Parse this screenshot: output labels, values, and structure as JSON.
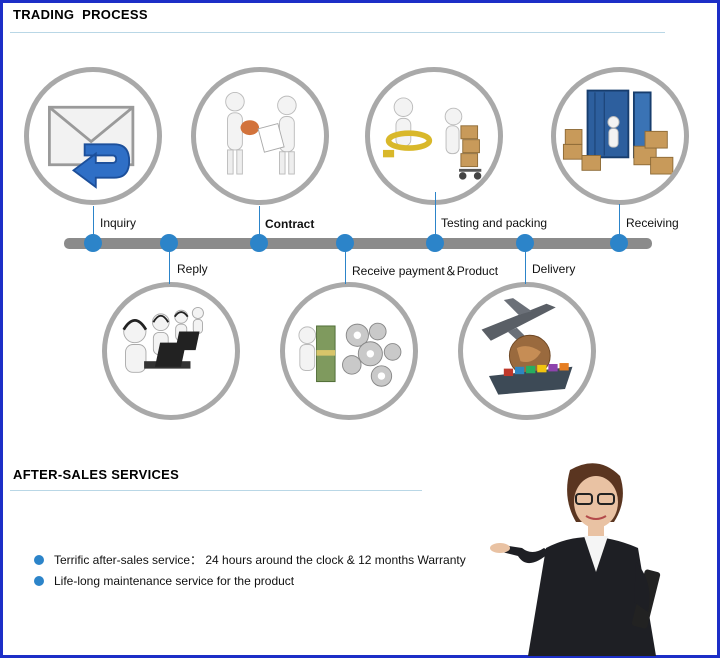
{
  "trading": {
    "title": "TRADING  PROCESS",
    "top_steps": [
      {
        "label": "Inquiry",
        "icon": "envelope-arrow-icon"
      },
      {
        "label": "Contract",
        "icon": "handshake-contract-icon"
      },
      {
        "label": "Testing and packing",
        "icon": "magnifier-boxes-icon"
      },
      {
        "label": "Receiving",
        "icon": "container-boxes-icon"
      }
    ],
    "bottom_steps": [
      {
        "label": "Reply",
        "icon": "headset-operators-icon"
      },
      {
        "label": "Receive payment＆Product",
        "icon": "money-gears-icon"
      },
      {
        "label": "Delivery",
        "icon": "plane-ship-globe-icon"
      }
    ]
  },
  "after_sales": {
    "title": "AFTER-SALES SERVICES",
    "items": [
      "Terrific after-sales service：  24 hours around the clock & 12 months Warranty",
      "Life-long maintenance service for the product"
    ]
  },
  "colors": {
    "frame": "#1d2fc7",
    "accent": "#2c84c9",
    "bar": "#8b8b8b",
    "circle_border": "#a9a9a9",
    "rule": "#b9d7e6"
  }
}
